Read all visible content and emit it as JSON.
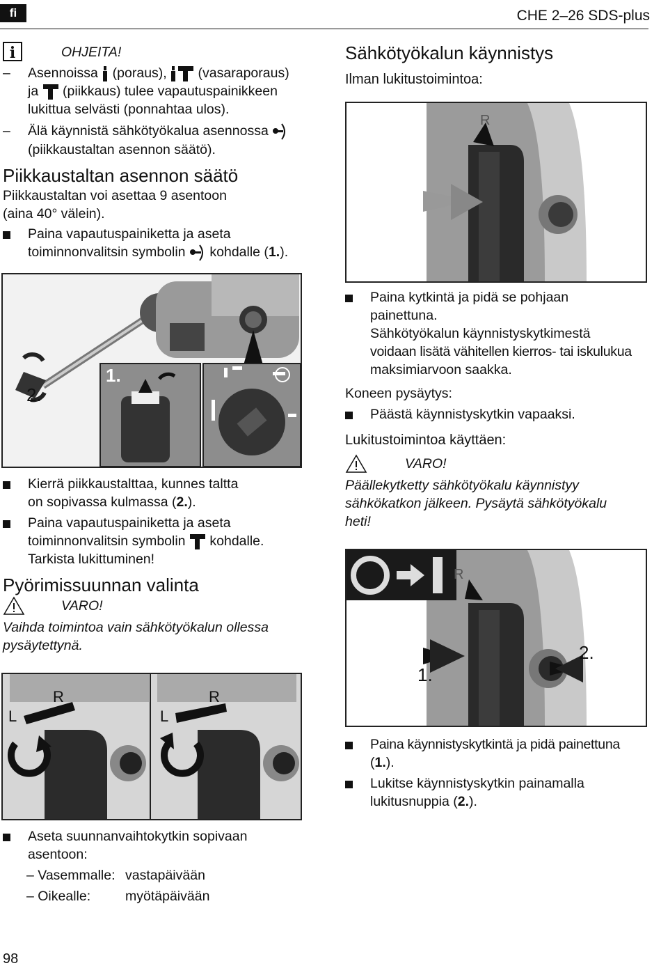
{
  "header": {
    "language": "fi",
    "model": "CHE 2–26 SDS-plus"
  },
  "page_number": "98",
  "left": {
    "note_title": "OHJEITA!",
    "note_items": [
      {
        "a": "Asennoissa",
        "b": "(poraus),",
        "c": "(vasaraporaus)",
        "d": "ja",
        "e": "(piikkaus) tulee vapautuspainikkeen",
        "f": "lukittua selvästi (ponnahtaa ulos)."
      },
      {
        "a": "Älä käynnistä sähkötyökalua asennossa",
        "b": "(piikkaustaltan asennon säätö)."
      }
    ],
    "sec1_title": "Piikkaustaltan asennon säätö",
    "sec1_p1": "Piikkaustaltan voi asettaa 9 asentoon",
    "sec1_p2": "(aina 40° välein).",
    "sec1_b1a": "Paina vapautuspainiketta ja aseta",
    "sec1_b1b": "toiminnonvalitsin symbolin",
    "sec1_b1c": "kohdalle (",
    "sec1_b1d": "1.",
    "sec1_b1e": ").",
    "fig1_label1": "1.",
    "fig1_label2": "2.",
    "sec1_b2a": "Kierrä piikkaustalttaa, kunnes taltta",
    "sec1_b2b": "on sopivassa kulmassa (",
    "sec1_b2c": "2.",
    "sec1_b2d": ").",
    "sec1_b3a": "Paina vapautuspainiketta ja aseta",
    "sec1_b3b": "toiminnonvalitsin symbolin",
    "sec1_b3c": "kohdalle.",
    "sec1_b3d": "Tarkista lukittuminen!",
    "sec2_title": "Pyörimissuunnan valinta",
    "warn": "VARO!",
    "sec2_warn_text1": "Vaihda toimintoa vain sähkötyökalun ollessa",
    "sec2_warn_text2": "pysäytettynä.",
    "fig2_L": "L",
    "fig2_R": "R",
    "sec2_b1a": "Aseta suunnanvaihtokytkin sopivaan",
    "sec2_b1b": "asentoon:",
    "sec2_d1a": "Vasemmalle:",
    "sec2_d1b": "vastapäivään",
    "sec2_d2a": "Oikealle:",
    "sec2_d2b": "myötäpäivään"
  },
  "right": {
    "title": "Sähkötyökalun käynnistys",
    "sub1": "Ilman lukitustoimintoa:",
    "fig_R": "R",
    "b1a": "Paina kytkintä ja pidä se pohjaan",
    "b1b": "painettuna.",
    "b1c": "Sähkötyökalun käynnistyskytkimestä",
    "b1d": "voidaan lisätä vähitellen kierros- tai iskulukua",
    "b1e": "maksimiarvoon saakka.",
    "stop_title": "Koneen pysäytys:",
    "b2": "Päästä käynnistyskytkin vapaaksi.",
    "sub2": "Lukitustoimintoa käyttäen:",
    "warn": "VARO!",
    "warn_text1": "Päällekytketty sähkötyökalu käynnistyy",
    "warn_text2": "sähkökatkon jälkeen. Pysäytä sähkötyökalu",
    "warn_text3": "heti!",
    "fig2_1": "1.",
    "fig2_2": "2.",
    "b3a": "Paina käynnistyskytkintä ja pidä painettuna",
    "b3b": "(",
    "b3c": "1.",
    "b3d": ").",
    "b4a": "Lukitse käynnistyskytkin painamalla",
    "b4b": "lukitusnuppia (",
    "b4c": "2.",
    "b4d": ")."
  }
}
